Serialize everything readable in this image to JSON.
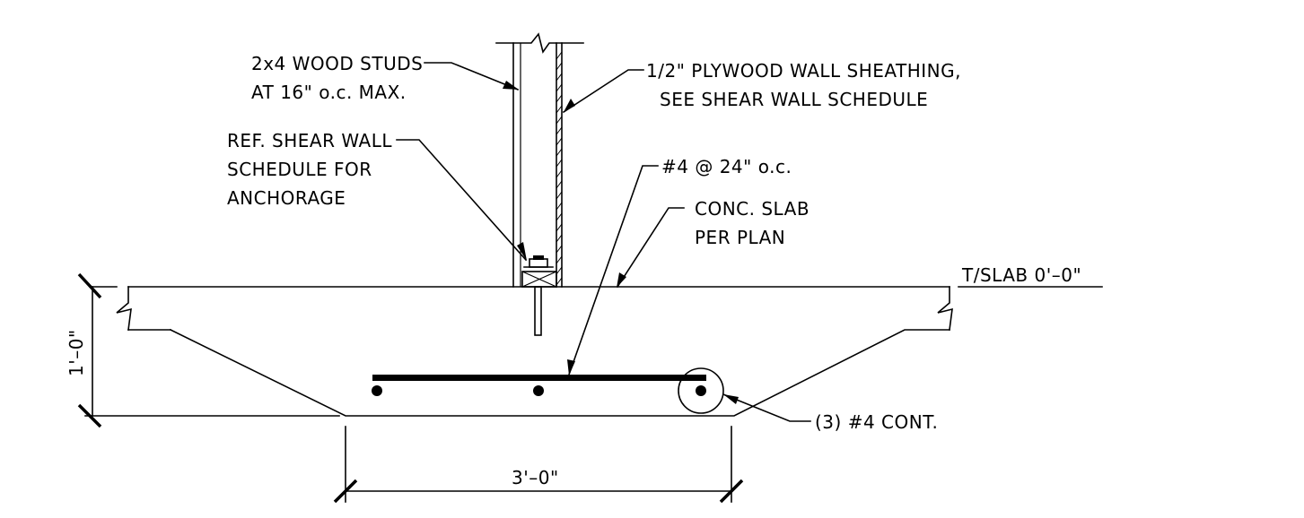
{
  "labels": {
    "studs_line1": "2x4 WOOD STUDS",
    "studs_line2": "AT 16\" o.c. MAX.",
    "sheathing_line1": "1/2\" PLYWOOD WALL SHEATHING,",
    "sheathing_line2": "SEE SHEAR WALL SCHEDULE",
    "anchor_line1": "REF. SHEAR WALL",
    "anchor_line2": "SCHEDULE FOR",
    "anchor_line3": "ANCHORAGE",
    "rebar_top": "#4 @ 24\" o.c.",
    "slab_line1": "CONC. SLAB",
    "slab_line2": "PER PLAN",
    "elevation": "T/SLAB 0'–0\"",
    "bottom_bars": "(3) #4 CONT.",
    "depth_dim": "1'–0\"",
    "width_dim": "3'–0\""
  }
}
